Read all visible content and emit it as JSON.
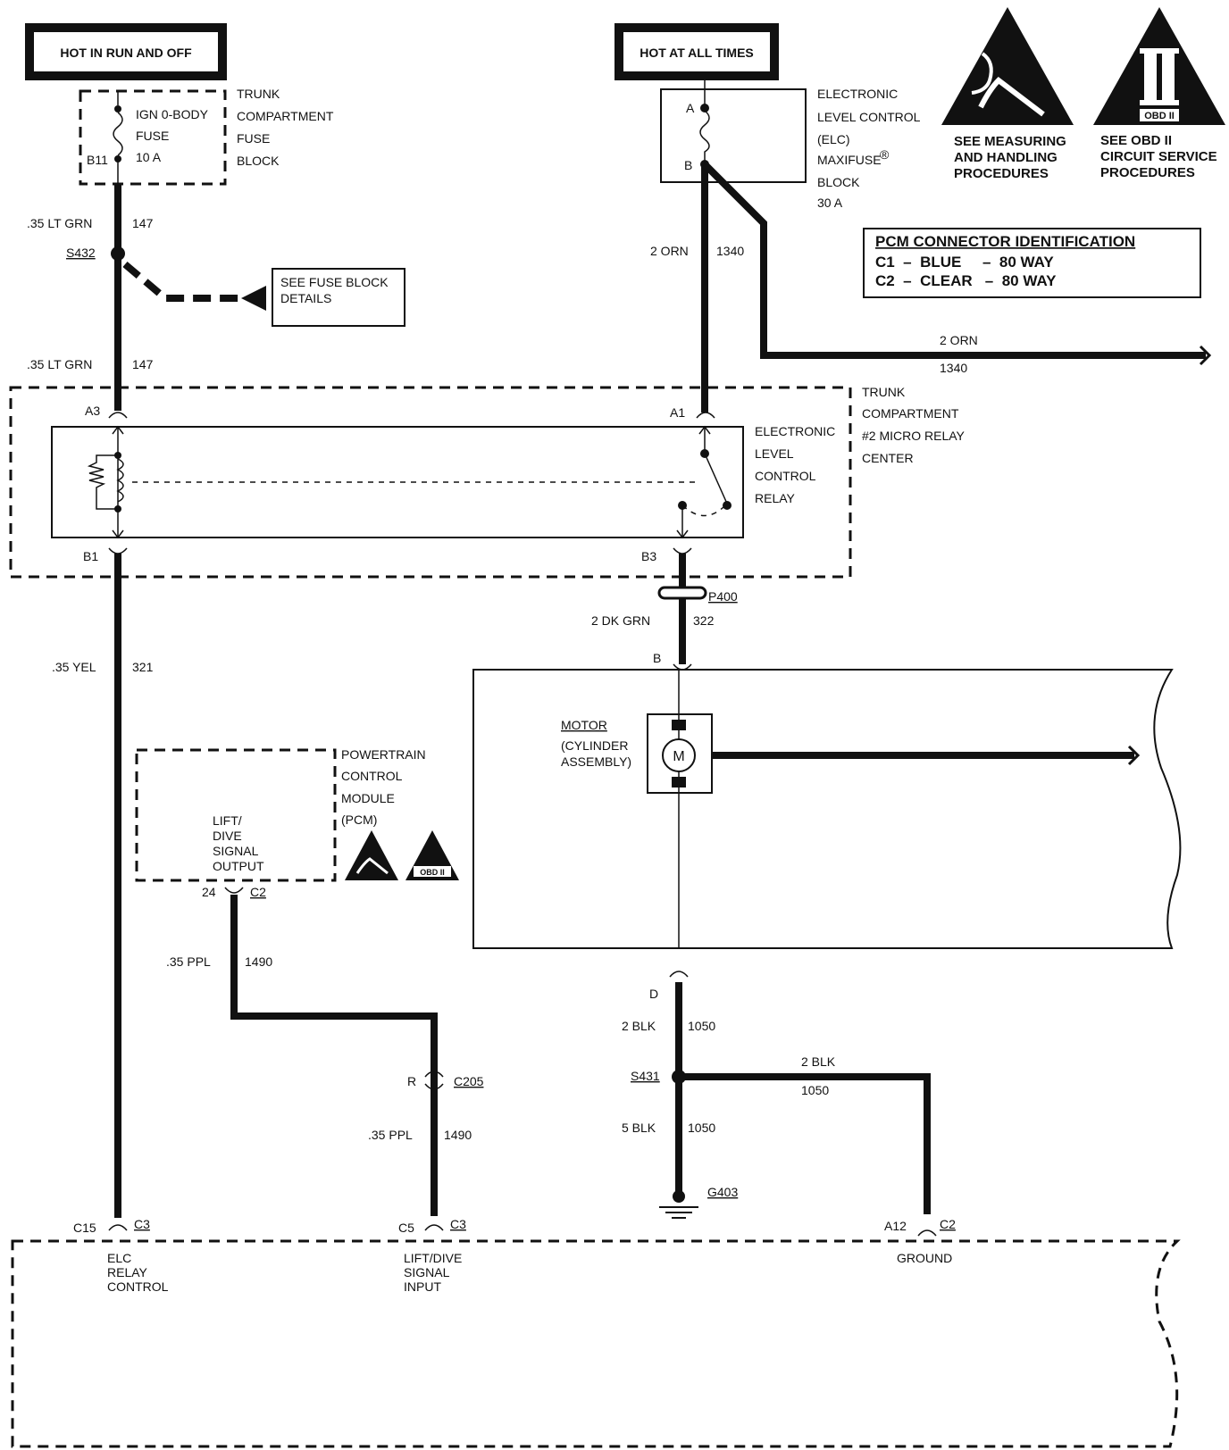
{
  "power": {
    "left_label": "HOT IN RUN AND OFF",
    "right_label": "HOT AT ALL TIMES"
  },
  "fuse_block": {
    "fuse_name_1": "IGN 0-BODY",
    "fuse_name_2": "FUSE",
    "fuse_rating": "10 A",
    "pin": "B11",
    "location": [
      "TRUNK",
      "COMPARTMENT",
      "FUSE",
      "BLOCK"
    ]
  },
  "maxifuse": {
    "pin_a": "A",
    "pin_b": "B",
    "label": [
      "ELECTRONIC",
      "LEVEL CONTROL",
      "(ELC)",
      "MAXIFUSE",
      "BLOCK",
      "30 A"
    ],
    "registered": "®"
  },
  "warnings": {
    "esd_caption": [
      "SEE MEASURING",
      "AND HANDLING",
      "PROCEDURES"
    ],
    "obd_badge": "OBD II",
    "obd_caption": [
      "SEE OBD II",
      "CIRCUIT SERVICE",
      "PROCEDURES"
    ],
    "small_obd_badge": "OBD II"
  },
  "pcm_connector_id": {
    "title": "PCM CONNECTOR IDENTIFICATION",
    "rows": [
      "C1  –  BLUE     –  80 WAY",
      "C2  –  CLEAR   –  80 WAY"
    ]
  },
  "wires": {
    "w147_top_gauge": ".35 LT GRN",
    "w147_top_num": "147",
    "splice_s432": "S432",
    "fuse_details_note": [
      "SEE FUSE BLOCK",
      "DETAILS"
    ],
    "w147_bot_gauge": ".35 LT GRN",
    "w147_bot_num": "147",
    "w1340_gauge": "2 ORN",
    "w1340_num": "1340",
    "w1340_right_gauge": "2 ORN",
    "w1340_right_num": "1340",
    "w321_gauge": ".35 YEL",
    "w321_num": "321",
    "w322_gauge": "2 DK GRN",
    "w322_num": "322",
    "w1490_top_gauge": ".35 PPL",
    "w1490_top_num": "1490",
    "w1490_bot_gauge": ".35 PPL",
    "w1490_bot_num": "1490",
    "w1050_top_gauge": "2 BLK",
    "w1050_top_num": "1050",
    "w1050_right_gauge": "2 BLK",
    "w1050_right_num": "1050",
    "w1050_bot_gauge": "5 BLK",
    "w1050_bot_num": "1050",
    "splice_s431": "S431",
    "ground_g403": "G403"
  },
  "relay": {
    "pin_a3": "A3",
    "pin_a1": "A1",
    "pin_b1": "B1",
    "pin_b3": "B3",
    "name": [
      "ELECTRONIC",
      "LEVEL",
      "CONTROL",
      "RELAY"
    ],
    "center": [
      "TRUNK",
      "COMPARTMENT",
      "#2 MICRO RELAY",
      "CENTER"
    ]
  },
  "connector_p400": "P400",
  "motor": {
    "pin_top": "B",
    "pin_bottom": "D",
    "label": [
      "MOTOR",
      "(CYLINDER",
      "ASSEMBLY)"
    ],
    "symbol": "M"
  },
  "pcm_module": {
    "name": [
      "POWERTRAIN",
      "CONTROL",
      "MODULE",
      "(PCM)"
    ],
    "signal": [
      "LIFT/",
      "DIVE",
      "SIGNAL",
      "OUTPUT"
    ],
    "pin": "24",
    "connector": "C2"
  },
  "c205": {
    "pin": "R",
    "connector": "C205"
  },
  "bottom_module": {
    "pin1": "C15",
    "conn1": "C3",
    "label1": [
      "ELC",
      "RELAY",
      "CONTROL"
    ],
    "pin2": "C5",
    "conn2": "C3",
    "label2": [
      "LIFT/DIVE",
      "SIGNAL",
      "INPUT"
    ],
    "pin3": "A12",
    "conn3": "C2",
    "label3": [
      "GROUND"
    ]
  }
}
